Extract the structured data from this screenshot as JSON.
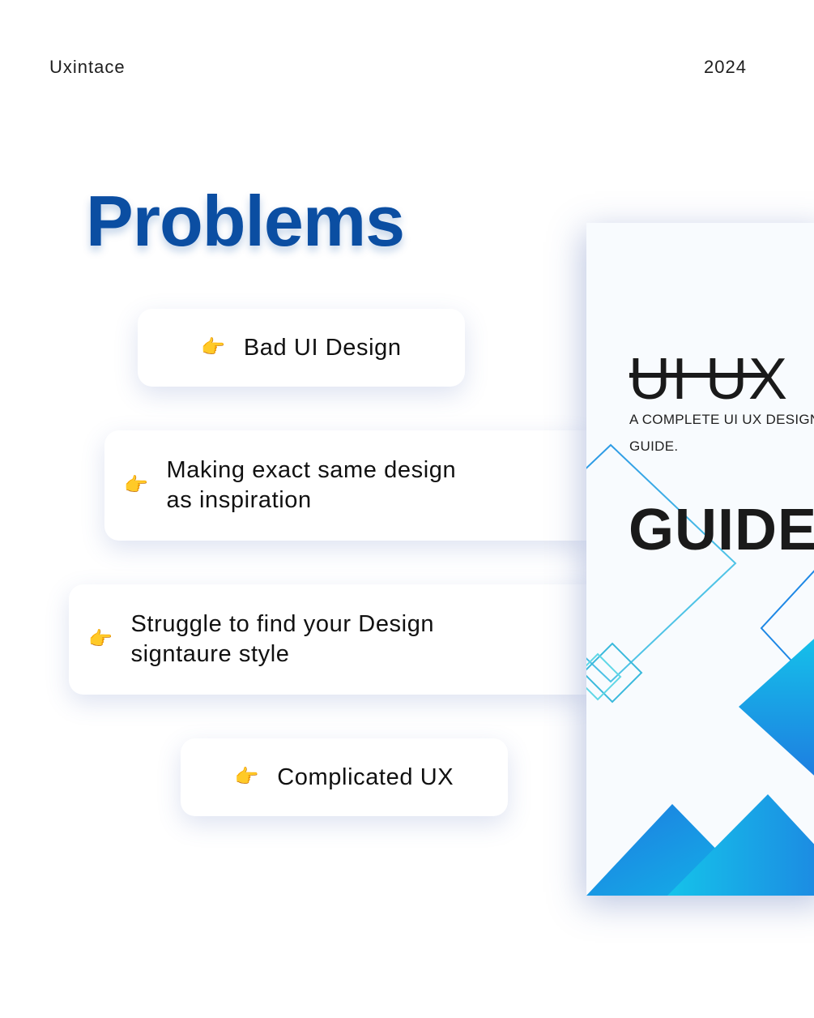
{
  "header": {
    "brand": "Uxintace",
    "year": "2024"
  },
  "title": "Problems",
  "problems": [
    {
      "icon": "pointing-hand-icon",
      "emoji": "👉",
      "text": "Bad UI Design"
    },
    {
      "icon": "pointing-hand-icon",
      "emoji": "👉",
      "text": "Making exact same design\nas inspiration"
    },
    {
      "icon": "pointing-hand-icon",
      "emoji": "👉",
      "text": "Struggle to find your Design\nsigntaure style"
    },
    {
      "icon": "pointing-hand-icon",
      "emoji": "👉",
      "text": "Complicated UX"
    }
  ],
  "book": {
    "title_line1": "UI UX",
    "title_line2": "GUIDE",
    "subtitle": "A COMPLETE UI UX DESIGN GUIDE."
  },
  "colors": {
    "title": "#0b4ea2",
    "accent_blue": "#1e88e5",
    "accent_cyan": "#29c5e6"
  }
}
